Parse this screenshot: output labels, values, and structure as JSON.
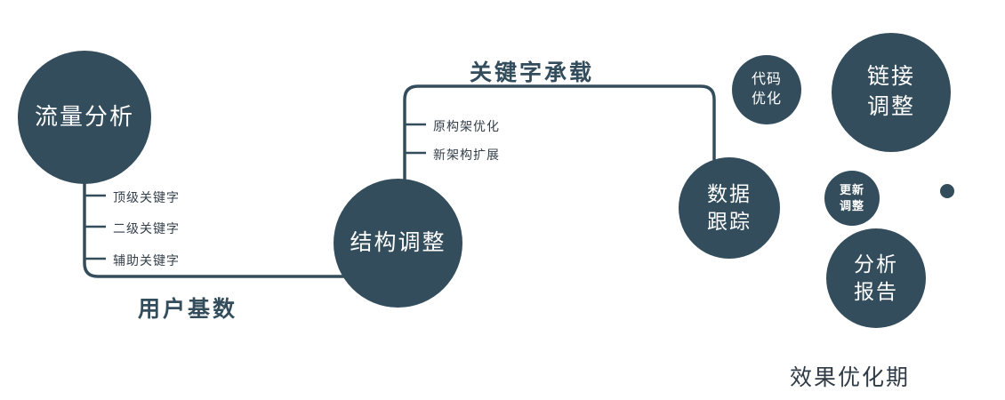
{
  "diagram": {
    "accent_color": "#334D5C",
    "nodes": {
      "traffic": {
        "label": "流量分析"
      },
      "structure": {
        "label": "结构调整"
      },
      "tracking": {
        "line1": "数据",
        "line2": "跟踪"
      },
      "code": {
        "line1": "代码",
        "line2": "优化"
      },
      "link": {
        "line1": "链接",
        "line2": "调整"
      },
      "update": {
        "line1": "更新",
        "line2": "调整"
      },
      "report": {
        "line1": "分析",
        "line2": "报告"
      }
    },
    "edge_labels": {
      "user_base": "用户基数",
      "keyword_carry": "关键字承载",
      "effect_period": "效果优化期"
    },
    "branch_labels": {
      "traffic": [
        "顶级关键字",
        "二级关键字",
        "辅助关键字"
      ],
      "structure": [
        "原构架优化",
        "新架构扩展"
      ]
    }
  }
}
